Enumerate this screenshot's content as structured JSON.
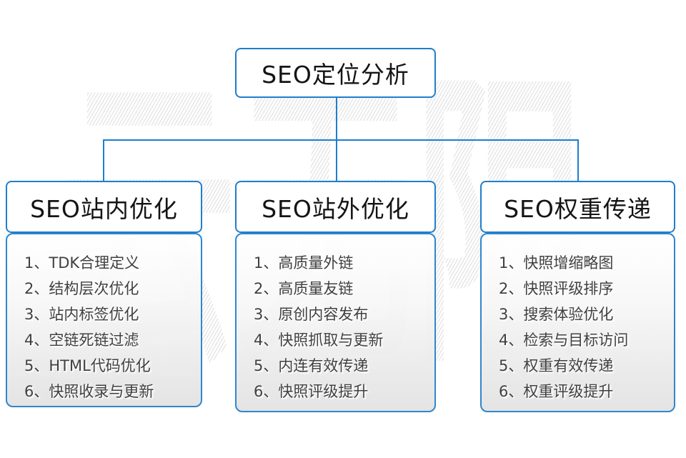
{
  "diagram": {
    "root": {
      "title": "SEO定位分析"
    },
    "branches": [
      {
        "title": "SEO站内优化",
        "items": [
          "1、TDK合理定义",
          "2、结构层次优化",
          "3、站内标签优化",
          "4、空链死链过滤",
          "5、HTML代码优化",
          "6、快照收录与更新"
        ]
      },
      {
        "title": "SEO站外优化",
        "items": [
          "1、高质量外链",
          "2、高质量友链",
          "3、原创内容发布",
          "4、快照抓取与更新",
          "5、内连有效传递",
          "6、快照评级提升"
        ]
      },
      {
        "title": "SEO权重传递",
        "items": [
          "1、快照增缩略图",
          "2、快照评级排序",
          "3、搜索体验优化",
          "4、检索与目标访问",
          "5、权重有效传递",
          "6、权重评级提升"
        ]
      }
    ],
    "watermark": "云无限",
    "colors": {
      "accent_blue": "#1e7ecd",
      "list_text": "#404040",
      "header_text": "#141414",
      "watermark_gray": "#e7e7e7"
    }
  }
}
